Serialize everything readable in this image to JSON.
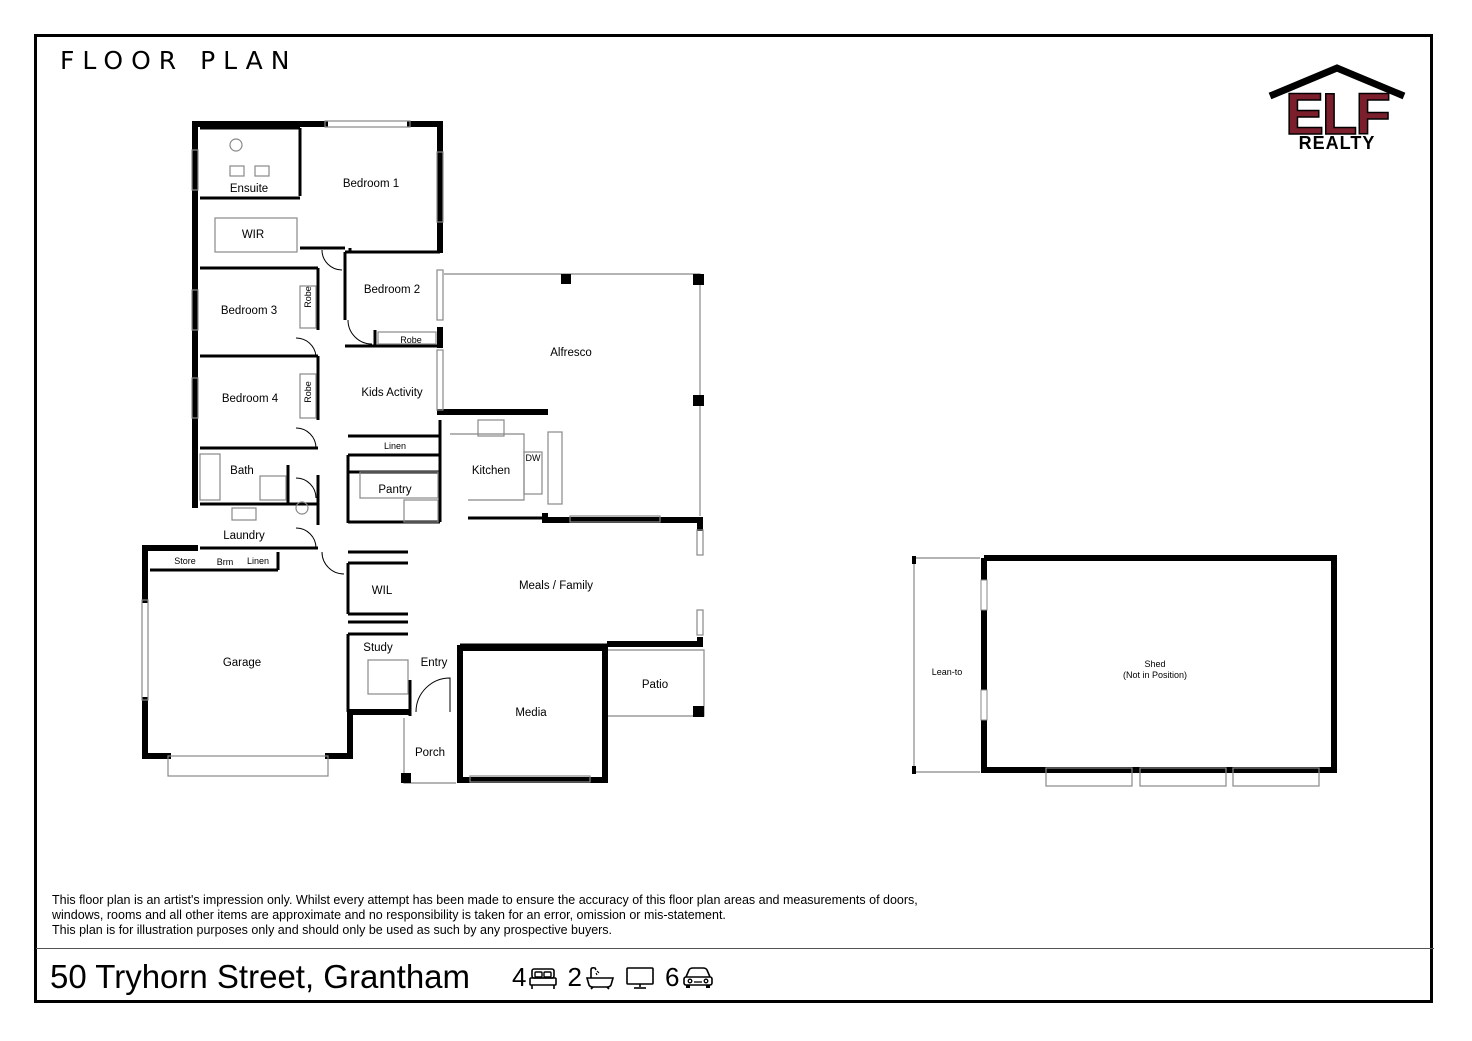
{
  "heading": "FLOOR PLAN",
  "logo": {
    "top_text": "ELF",
    "bottom_text": "REALTY",
    "colors": {
      "letters": "#7a1f2b",
      "outline": "#000000"
    }
  },
  "rooms": {
    "ensuite": "Ensuite",
    "bedroom1": "Bedroom 1",
    "wir": "WIR",
    "bedroom2": "Bedroom 2",
    "bedroom3": "Bedroom 3",
    "robe": "Robe",
    "alfresco": "Alfresco",
    "bedroom4": "Bedroom 4",
    "kids_activity": "Kids Activity",
    "linen": "Linen",
    "bath": "Bath",
    "kitchen": "Kitchen",
    "dw": "DW",
    "pantry": "Pantry",
    "laundry": "Laundry",
    "store": "Store",
    "brm": "Brm",
    "wil": "WIL",
    "meals_family": "Meals / Family",
    "garage": "Garage",
    "study": "Study",
    "entry": "Entry",
    "patio": "Patio",
    "media": "Media",
    "porch": "Porch",
    "lean_to": "Lean-to",
    "shed": "Shed",
    "shed_note": "(Not in Position)"
  },
  "disclaimer": [
    "This floor plan is an artist's impression only. Whilst every attempt has been made to ensure the accuracy of this floor plan areas and measurements of doors,",
    "windows, rooms and all other items are approximate and no responsibility is taken for an error, omission or mis-statement.",
    "This plan is for illustration purposes only and should only be used as such by any prospective buyers."
  ],
  "address": "50 Tryhorn Street, Grantham",
  "features": {
    "bedrooms": "4",
    "bathrooms": "2",
    "car_spaces": "6",
    "icons": [
      "bed-icon",
      "bath-icon",
      "tv-icon",
      "car-icon"
    ]
  }
}
